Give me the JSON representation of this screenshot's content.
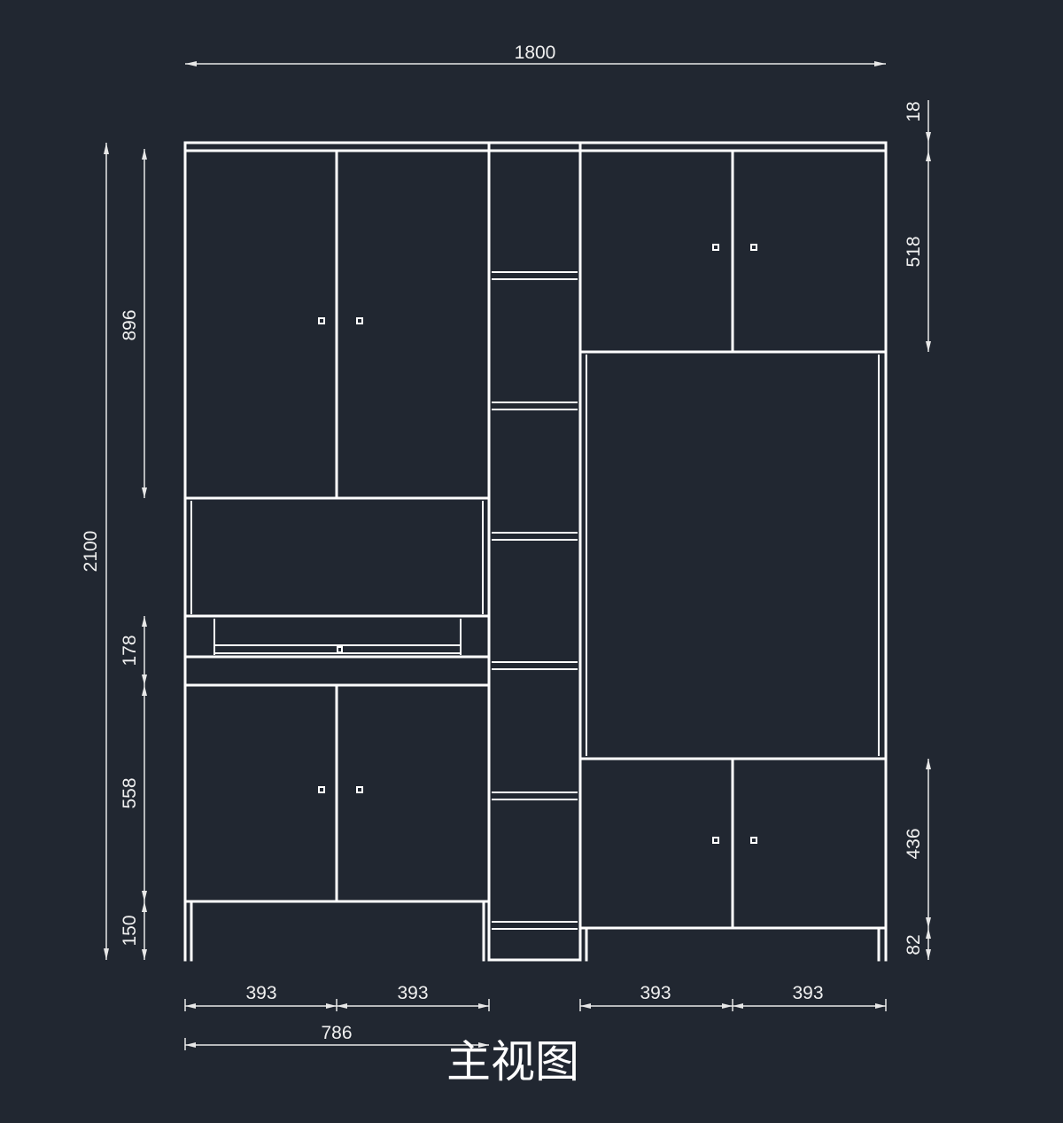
{
  "title": "主视图",
  "dimensions": {
    "overall_width": "1800",
    "overall_height": "2100",
    "left_upper_height": "896",
    "left_drawer_height": "178",
    "left_lower_height": "558",
    "left_leg_height": "150",
    "right_top_thickness": "18",
    "right_upper_height": "518",
    "right_lower_height": "436",
    "right_leg_height": "82",
    "door_width_1": "393",
    "door_width_2": "393",
    "door_width_3": "393",
    "door_width_4": "393",
    "left_cabinet_width": "786"
  },
  "colors": {
    "background": "#212731",
    "lines": "#ffffff"
  }
}
